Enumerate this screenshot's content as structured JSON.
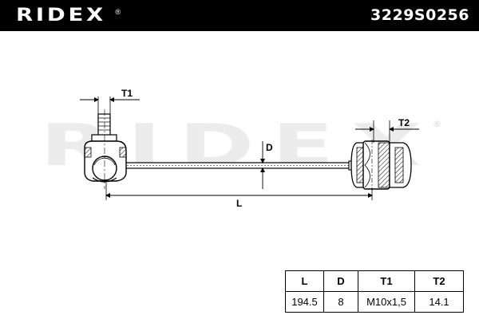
{
  "header": {
    "brand": "RIDEX",
    "trademark": "®",
    "part_number": "3229S0256"
  },
  "watermark": {
    "text": "RIDEX"
  },
  "dimension_labels": {
    "t1": "T1",
    "t2": "T2",
    "d": "D",
    "l": "L"
  },
  "spec_table": {
    "headers": [
      "L",
      "D",
      "T1",
      "T2"
    ],
    "values": [
      "194.5",
      "8",
      "M10x1,5",
      "14.1"
    ]
  },
  "colors": {
    "header_bg": "#000000",
    "watermark": "#ececec",
    "line": "#000000"
  }
}
